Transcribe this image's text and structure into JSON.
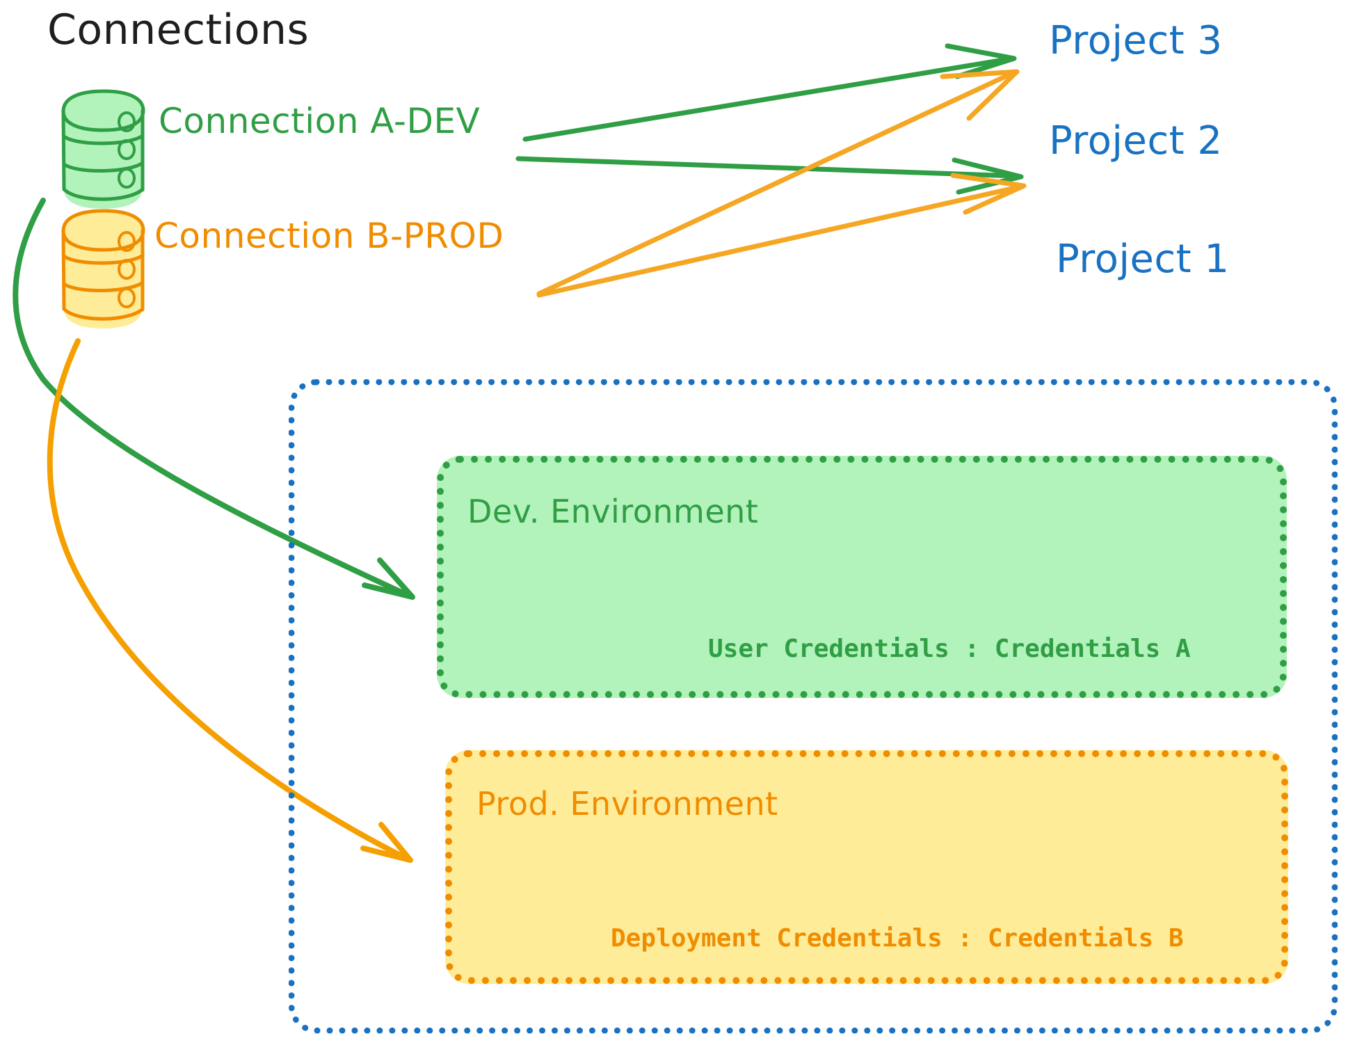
{
  "title": "Connections",
  "connections": [
    {
      "id": "connection-a-dev",
      "label": "Connection A-DEV",
      "color": "#2f9e44",
      "fill": "#b2f2bb",
      "icon": "database-icon"
    },
    {
      "id": "connection-b-prod",
      "label": "Connection B-PROD",
      "color": "#f08c00",
      "fill": "#ffec99",
      "icon": "database-icon"
    }
  ],
  "projects": [
    {
      "id": "project-3",
      "label": "Project 3",
      "color": "#1971c2"
    },
    {
      "id": "project-2",
      "label": "Project 2",
      "color": "#1971c2"
    },
    {
      "id": "project-1",
      "label": "Project 1",
      "color": "#1971c2"
    }
  ],
  "project1": {
    "border_color": "#1971c2",
    "environments": [
      {
        "id": "dev-environment",
        "title": "Dev. Environment",
        "credentials_label": "User Credentials : Credentials A",
        "color": "#2f9e44",
        "fill": "#b2f2bb"
      },
      {
        "id": "prod-environment",
        "title": "Prod. Environment",
        "credentials_label": "Deployment Credentials : Credentials B",
        "color": "#f08c00",
        "fill": "#ffec99"
      }
    ]
  },
  "edges": [
    {
      "from": "connection-a-dev",
      "to": "project-3",
      "color": "#2f9e44"
    },
    {
      "from": "connection-a-dev",
      "to": "project-2",
      "color": "#2f9e44"
    },
    {
      "from": "connection-a-dev",
      "to": "dev-environment",
      "color": "#2f9e44"
    },
    {
      "from": "connection-b-prod",
      "to": "project-3",
      "color": "#f5a623"
    },
    {
      "from": "connection-b-prod",
      "to": "project-2",
      "color": "#f5a623"
    },
    {
      "from": "connection-b-prod",
      "to": "prod-environment",
      "color": "#f59f00"
    }
  ],
  "colors": {
    "green_stroke": "#2f9e44",
    "green_fill": "#b2f2bb",
    "orange_stroke": "#f08c00",
    "orange_fill": "#ffec99",
    "arrow_orange": "#f5a623",
    "blue": "#1971c2",
    "text_black": "#1e1e1e",
    "background": "#ffffff"
  }
}
